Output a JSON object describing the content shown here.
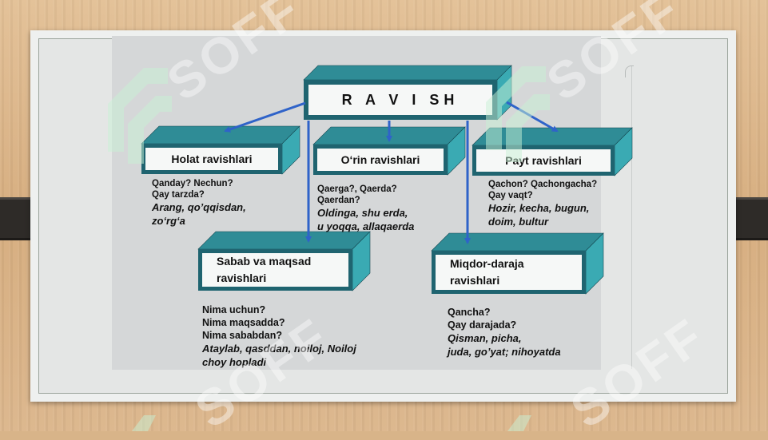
{
  "diagram": {
    "root": "R A V I SH",
    "nodes": {
      "holat": "Holat ravishlari",
      "orin": "O‘rin ravishlari",
      "payt": "Payt ravishlari",
      "sabab": "Sabab va maqsad\nravishlari",
      "miqdor": "Miqdor-daraja\nravishlari"
    },
    "notes": {
      "holat": {
        "questions": [
          "Qanday? Nechun?",
          "Qay tarzda?"
        ],
        "examples": [
          "Arang, qo’qqisdan,",
          "zo‘rg‘a"
        ]
      },
      "orin": {
        "questions": [
          "Qaerga?, Qaerda?",
          "Qaerdan?"
        ],
        "examples": [
          "Oldinga, shu erda,",
          "u yoqqa, allaqaerda"
        ]
      },
      "payt": {
        "questions": [
          "Qachon? Qachongacha?",
          "Qay vaqt?"
        ],
        "examples": [
          "Hozir, kecha, bugun,",
          "doim, bultur"
        ]
      },
      "sabab": {
        "questions": [
          "Nima uchun?",
          "Nima maqsadda?",
          "Nima sababdan?"
        ],
        "examples": [
          "Ataylab, qasddan, noiloj, Noiloj",
          "choy hopladi"
        ]
      },
      "miqdor": {
        "questions": [
          "Qancha?",
          "Qay darajada?"
        ],
        "examples": [
          "Qisman, picha,",
          "juda, go’yat; nihoyatda"
        ]
      }
    }
  },
  "watermark": "SOFF",
  "colors": {
    "box_front": "#1f6470",
    "box_top": "#2f8c96",
    "box_side": "#3aaab3",
    "label_bg": "#f6f8f7",
    "arrow": "#2f63c9"
  }
}
